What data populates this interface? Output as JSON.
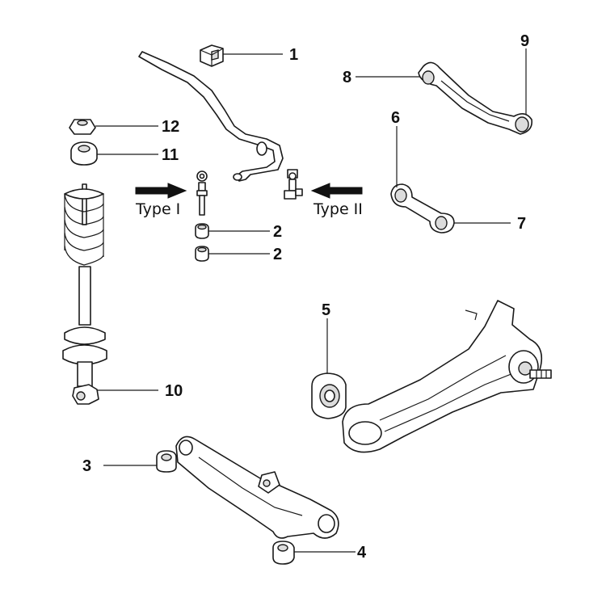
{
  "callouts": {
    "c1": "1",
    "c2a": "2",
    "c2b": "2",
    "c3": "3",
    "c4": "4",
    "c5": "5",
    "c6": "6",
    "c7": "7",
    "c8": "8",
    "c9": "9",
    "c10": "10",
    "c11": "11",
    "c12": "12"
  },
  "types": {
    "type_one": "Type I",
    "type_two": "Type II"
  },
  "colors": {
    "line": "#1a1a1a",
    "background": "#ffffff",
    "arrow": "#111111"
  }
}
